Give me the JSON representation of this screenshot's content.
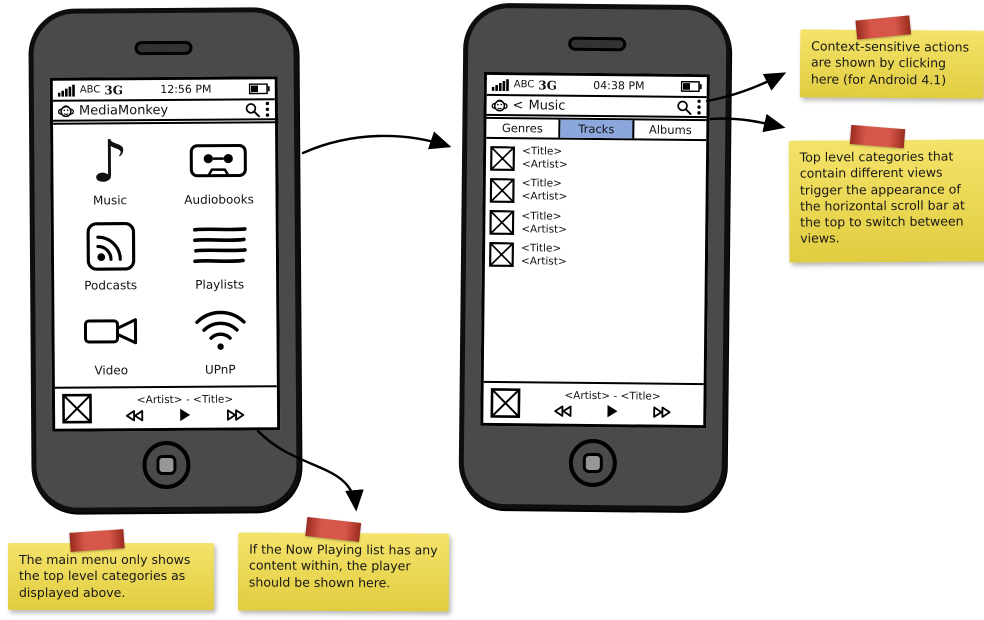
{
  "colors": {
    "selected_tab": "#8ba7dc",
    "sticky_note": "#f2dc45",
    "tape_red": "#cf3a2a",
    "phone_body": "#4a4a4a"
  },
  "left_phone": {
    "status_bar": {
      "signal_icon": "signal-bars-icon",
      "carrier": "ABC",
      "network": "3G",
      "time": "12:56 PM",
      "battery_icon": "battery-icon"
    },
    "app_bar": {
      "logo_icon": "monkey-icon",
      "title": "MediaMonkey",
      "search_icon": "magnifier-icon",
      "overflow_icon": "vertical-dots-icon"
    },
    "menu_items": [
      {
        "label": "Music",
        "icon": "music-note-icon"
      },
      {
        "label": "Audiobooks",
        "icon": "cassette-icon"
      },
      {
        "label": "Podcasts",
        "icon": "rss-icon"
      },
      {
        "label": "Playlists",
        "icon": "list-lines-icon"
      },
      {
        "label": "Video",
        "icon": "video-camera-icon"
      },
      {
        "label": "UPnP",
        "icon": "wifi-icon"
      }
    ],
    "player": {
      "art_icon": "album-art-placeholder",
      "now_playing": "<Artist> - <Title>"
    }
  },
  "right_phone": {
    "status_bar": {
      "signal_icon": "signal-bars-icon",
      "carrier": "ABC",
      "network": "3G",
      "time": "04:38 PM",
      "battery_icon": "battery-icon"
    },
    "app_bar": {
      "logo_icon": "monkey-icon",
      "back": "<",
      "title": "Music",
      "search_icon": "magnifier-icon",
      "overflow_icon": "vertical-dots-icon"
    },
    "tabs": [
      {
        "label": "Genres",
        "selected": false
      },
      {
        "label": "Tracks",
        "selected": true
      },
      {
        "label": "Albums",
        "selected": false
      }
    ],
    "tracks": [
      {
        "title": "<Title>",
        "artist": "<Artist>"
      },
      {
        "title": "<Title>",
        "artist": "<Artist>"
      },
      {
        "title": "<Title>",
        "artist": "<Artist>"
      },
      {
        "title": "<Title>",
        "artist": "<Artist>"
      }
    ],
    "player": {
      "art_icon": "album-art-placeholder",
      "now_playing": "<Artist> - <Title>"
    }
  },
  "notes": {
    "context_actions": "Context-sensitive actions are shown by clicking here (for Android 4.1)",
    "category_views": "Top level categories that contain different views trigger the appearance of the horizontal scroll bar at the top to switch between views.",
    "main_menu": "The main menu only shows the top level categories as displayed above.",
    "now_playing": "If the Now Playing list has any content within, the player should be shown here."
  }
}
